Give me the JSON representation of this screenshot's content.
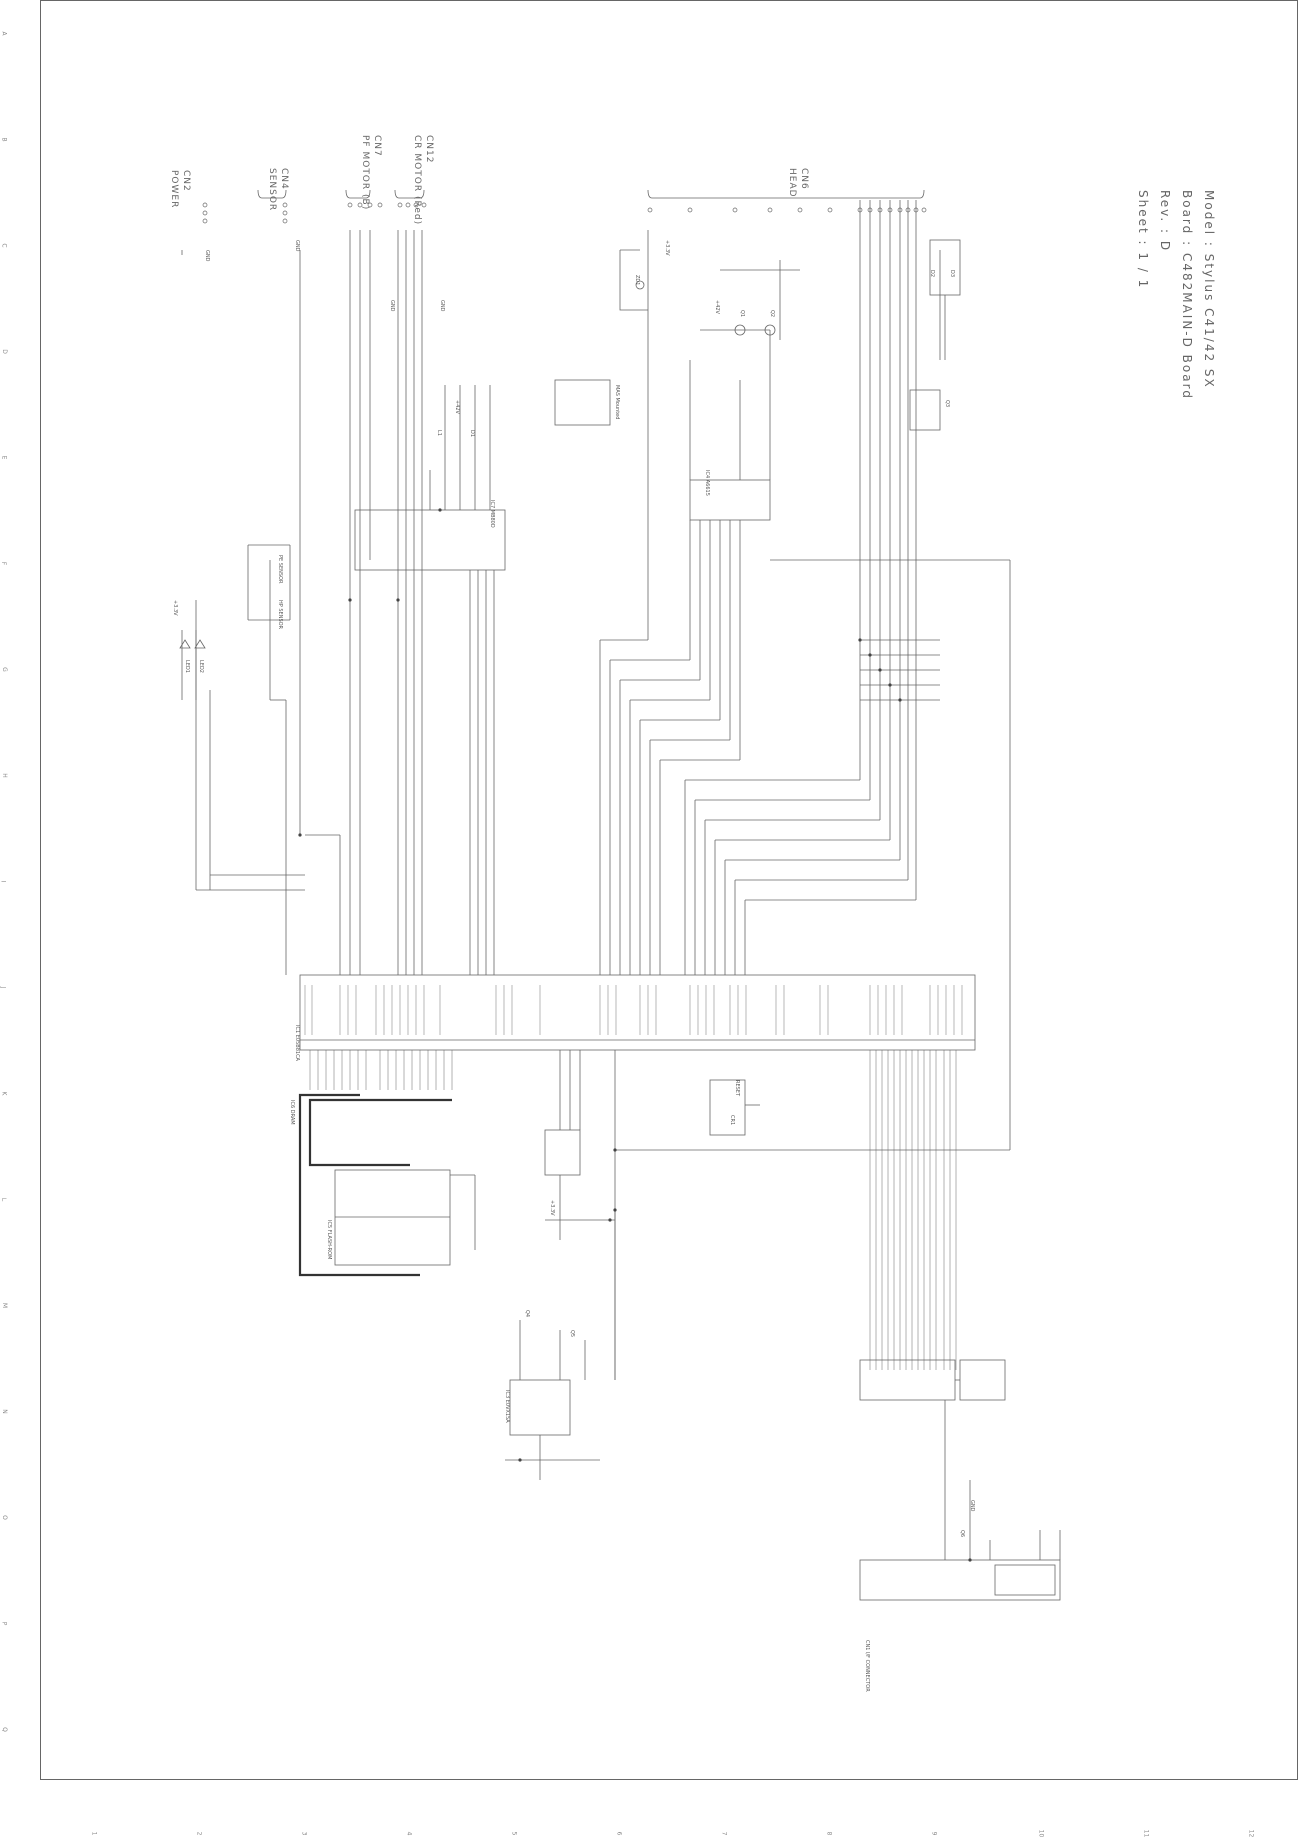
{
  "title_block": {
    "model": "Model : Stylus C41/42 SX",
    "board": "Board : C482MAIN-D Board",
    "rev": "Rev. : D",
    "sheet": "Sheet : 1 / 1"
  },
  "connectors": [
    {
      "ref": "CN2",
      "name": "POWER"
    },
    {
      "ref": "CN4",
      "name": "SENSOR"
    },
    {
      "ref": "CN7",
      "name": "PF MOTOR",
      "note": "(B)"
    },
    {
      "ref": "CN12",
      "name": "CR MOTOR",
      "note": "(Red)"
    },
    {
      "ref": "CN6",
      "name": "HEAD"
    }
  ],
  "ics": [
    {
      "name": "IC1",
      "part": "E05B81CA"
    },
    {
      "name": "IC7",
      "part": "MB80D"
    },
    {
      "name": "IC4",
      "part": "A6615"
    },
    {
      "name": "IC5",
      "part": "FLASH-ROM"
    },
    {
      "name": "IC3",
      "part": "E0VX15A"
    },
    {
      "name": "CN1",
      "part": "I/F CONNECTOR"
    },
    {
      "name": "IC6",
      "part": "DRAM"
    }
  ],
  "small_labels": [
    "MAS Mounted",
    "RESET",
    "+3.3V",
    "+42V",
    "GND",
    "GND",
    "GND",
    "GND",
    "+3.3V",
    "+42V",
    "+3.3V",
    "GND",
    "PE SENSOR",
    "HP SENSOR",
    "LED1",
    "LED2",
    "Q1",
    "Q2",
    "Q3",
    "Q4",
    "Q5",
    "Q6",
    "D1",
    "D2",
    "D3",
    "ZD1",
    "L1",
    "CR1"
  ],
  "rulers": {
    "bottom": [
      "1",
      "2",
      "3",
      "4",
      "5",
      "6",
      "7",
      "8",
      "9",
      "10",
      "11",
      "12"
    ],
    "left": [
      "A",
      "B",
      "C",
      "D",
      "E",
      "F",
      "G",
      "H",
      "I",
      "J",
      "K",
      "L",
      "M",
      "N",
      "O",
      "P",
      "Q"
    ]
  }
}
